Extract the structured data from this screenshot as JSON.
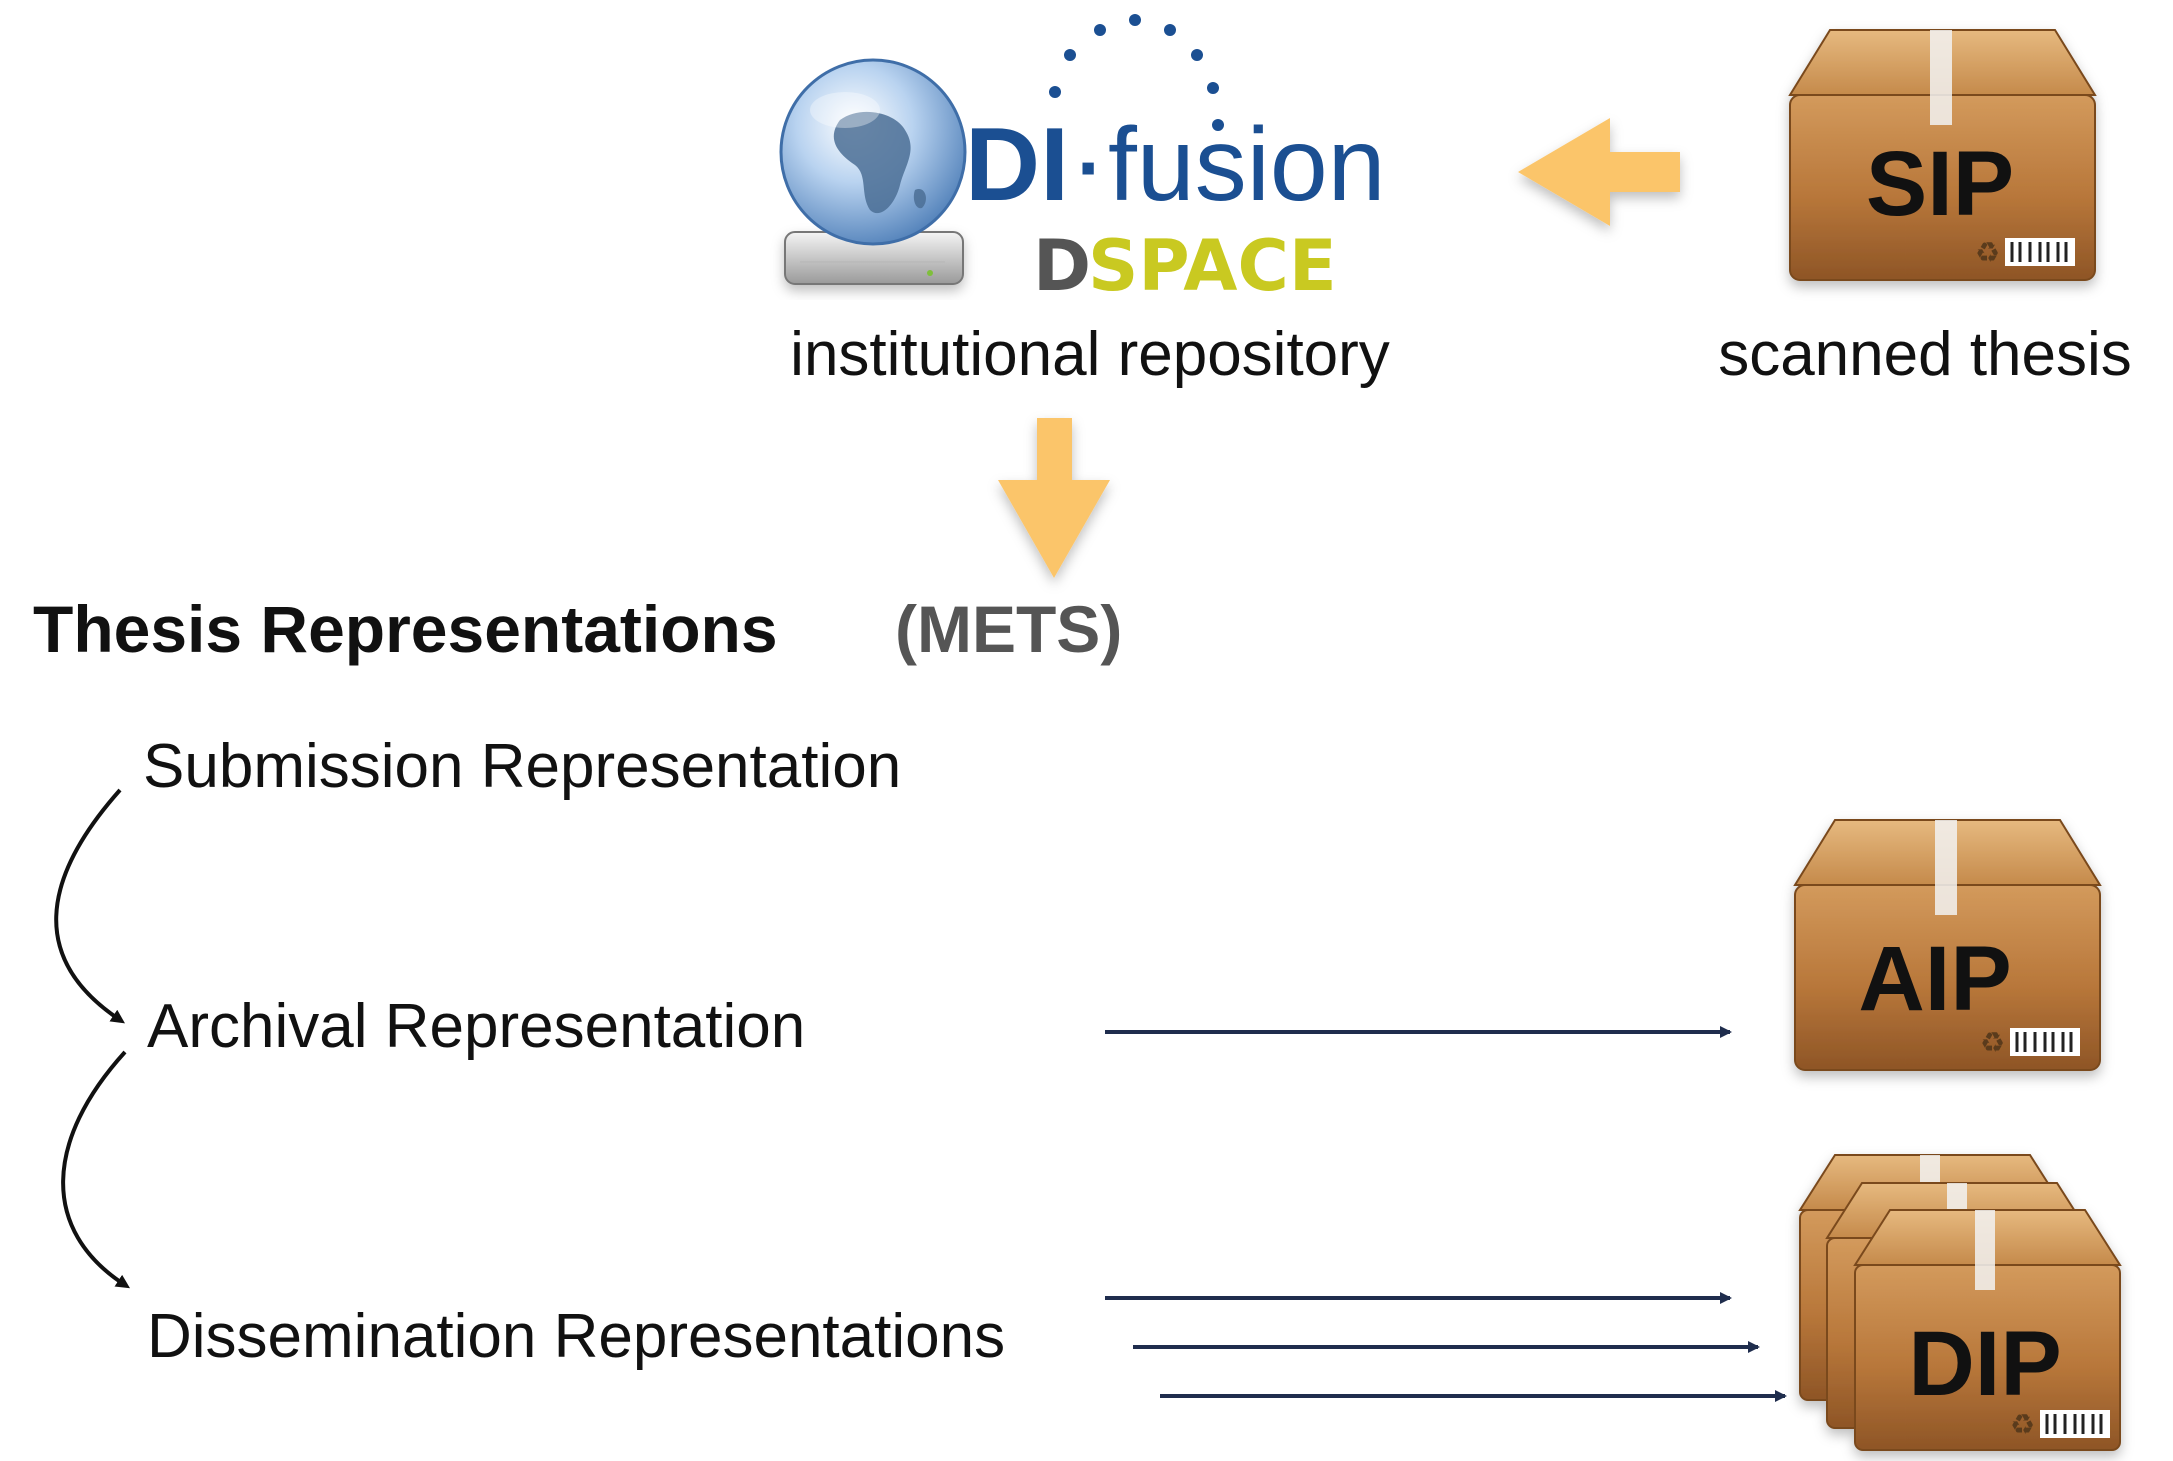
{
  "repository": {
    "logo_name_part1": "DI",
    "logo_name_dot": "·",
    "logo_name_part2": "fusion",
    "logo_dspace_d": "D",
    "logo_dspace_space": "SPACE",
    "caption": "institutional repository"
  },
  "sip": {
    "label": "SIP",
    "caption": "scanned thesis"
  },
  "representations": {
    "heading": "Thesis Representations",
    "format": "(METS)",
    "items": [
      "Submission Representation",
      "Archival Representation",
      "Dissemination Representations"
    ]
  },
  "aip": {
    "label": "AIP"
  },
  "dip": {
    "label": "DIP"
  },
  "colors": {
    "arrow_yellow": "#fbc56a",
    "box_brown": "#b8773a",
    "connector_navy": "#1f2d4d",
    "logo_blue": "#1b4f92",
    "logo_yellow": "#c9c921",
    "logo_gray": "#555555",
    "text_black": "#111111",
    "mets_gray": "#555555"
  },
  "icons": {
    "repository": "globe-hard-drive-icon",
    "package": "cardboard-box-icon",
    "flow": "arrow-icon"
  }
}
